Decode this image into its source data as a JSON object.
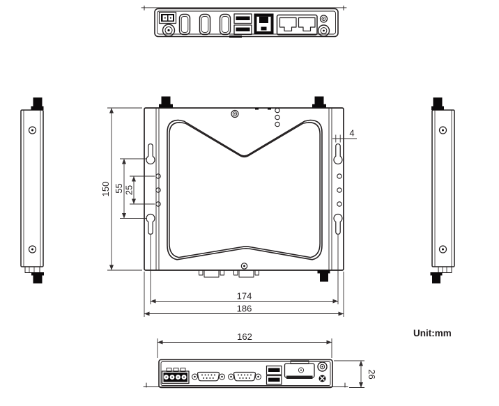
{
  "unit_note": "Unit:mm",
  "dim": {
    "front_height": "150",
    "keyhole_spacing": "55",
    "hole_spacing": "25",
    "slot_width": "4",
    "mount_hole_pitch": "174",
    "overall_width": "186",
    "bottom_width": "162",
    "depth": "26"
  },
  "colors": {
    "line": "#242021",
    "dimension_line": "#312d2e",
    "black_fill": "#0c0a0b",
    "background": "#ffffff"
  },
  "ports": {
    "rear_panel": [
      "2pin-power-terminal",
      "dc-jack",
      "hdmi-1",
      "hdmi-2",
      "hdmi-3",
      "usb-stack",
      "lan-rj45",
      "dual-rj45",
      "sma-antenna-small",
      "sma-antenna-large"
    ],
    "bottom_panel": [
      "4pin-terminal-block",
      "db9-serial-1",
      "db9-serial-2",
      "usb-stack",
      "sim-slot",
      "sma-antenna",
      "cross-screw"
    ]
  }
}
